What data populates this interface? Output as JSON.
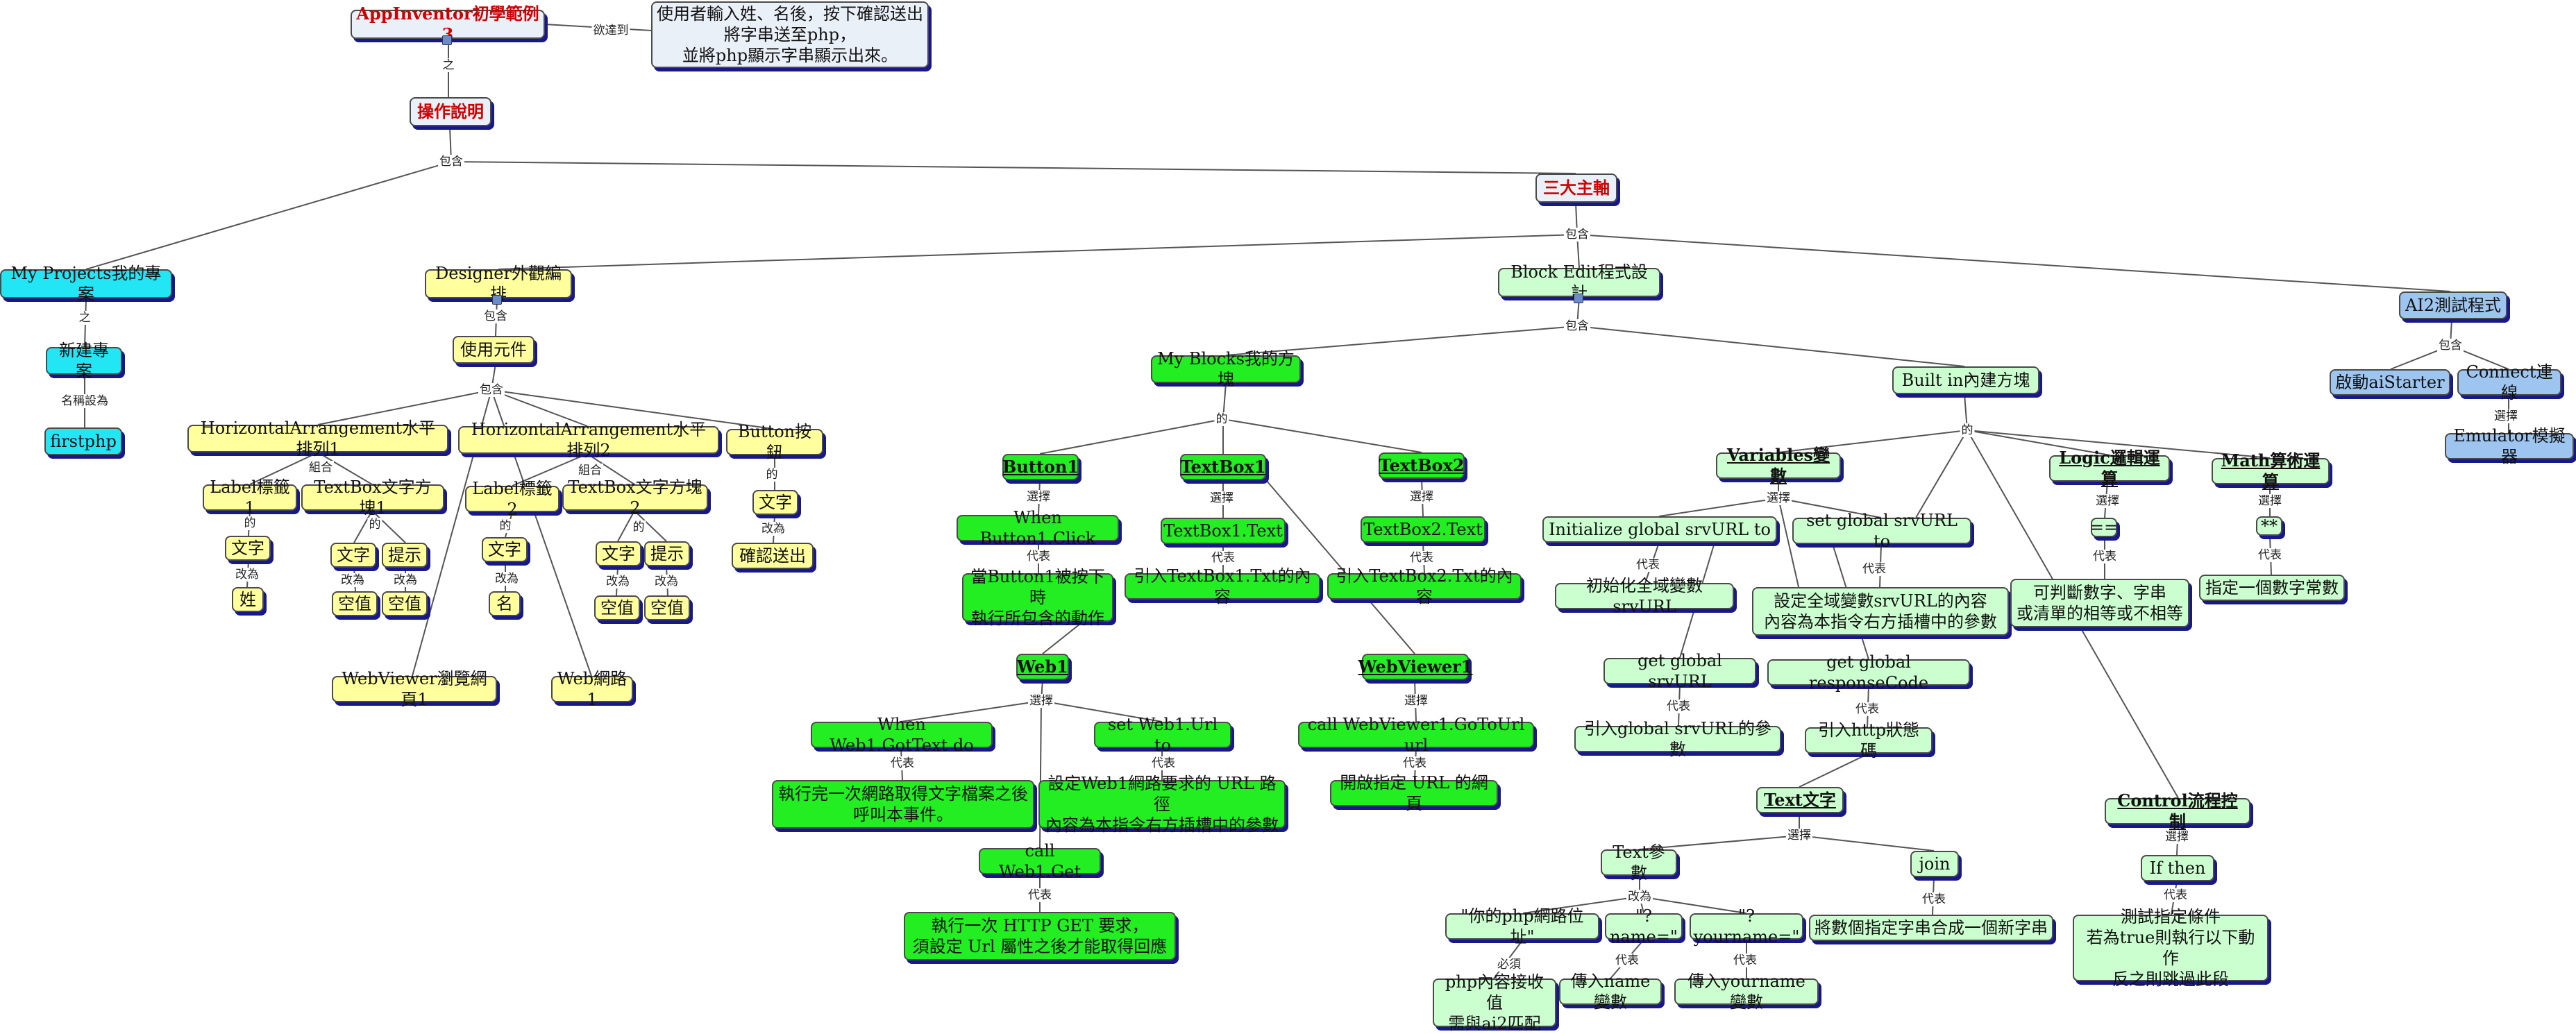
{
  "nodes": {
    "n1": "AppInventor初學範例3",
    "n2": "使用者輸入姓、名後，按下確認送出\n將字串送至php，\n並將php顯示字串顯示出來。",
    "n3": "操作說明",
    "n4": "三大主軸",
    "n5": "My Projects我的專案",
    "n6": "新建專案",
    "n7": "firstphp",
    "n8": "Designer外觀編排",
    "n9": "使用元件",
    "n10": "HorizontalArrangement水平排列1",
    "n11": "HorizontalArrangement水平排列2",
    "n12": "Button按鈕",
    "n13": "Label標籤1",
    "n14": "TextBox文字方塊1",
    "n15": "Label標籤2",
    "n16": "TextBox文字方塊2",
    "n17": "文字",
    "n18": "姓",
    "n19": "文字",
    "n20": "提示",
    "n21": "空值",
    "n22": "空值",
    "n23": "文字",
    "n24": "名",
    "n25": "文字",
    "n26": "提示",
    "n27": "空值",
    "n28": "空值",
    "n29": "文字",
    "n30": "確認送出",
    "n31": "WebViewer瀏覽網頁1",
    "n32": "Web網路1",
    "n33": "Block Edit程式設計",
    "n34": "My Blocks我的方塊",
    "n35": "Built in內建方塊",
    "n36": "Button1",
    "n37": "TextBox1",
    "n38": "TextBox2",
    "n39": "When Button1.Click",
    "n40": "TextBox1.Text",
    "n41": "TextBox2.Text",
    "n42": "當Button1被按下時\n執行所包含的動作",
    "n43": "引入TextBox1.Txt的內容",
    "n44": "引入TextBox2.Txt的內容",
    "n45": "Web1",
    "n46": "WebViewer1",
    "n47": "When Web1.GotText do",
    "n48": "set Web1.Url to",
    "n49": "call WebViewer1.GoToUrl url",
    "n50": "執行完一次網路取得文字檔案之後\n呼叫本事件。",
    "n51": "設定Web1網路要求的 URL 路徑\n內容為本指令右方插槽中的參數",
    "n52": "開啟指定 URL 的網頁",
    "n53": "call Web1.Get",
    "n54": "執行一次 HTTP GET 要求，\n須設定 Url 屬性之後才能取得回應",
    "n55": "Variables變數",
    "n56": "Logic邏輯運算",
    "n57": "Math算術運算",
    "n58": "Initialize global srvURL to",
    "n59": "set global srvURL to",
    "n60": "==",
    "n61": "**",
    "n62": "初始化全域變數srvURL",
    "n63": "設定全域變數srvURL的內容\n內容為本指令右方插槽中的參數",
    "n64": "可判斷數字、字串\n或清單的相等或不相等",
    "n65": "指定一個數字常數",
    "n66": "get global srvURL",
    "n67": "get global responseCode",
    "n68": "引入global srvURL的參數",
    "n69": "引入http狀態碼",
    "n70": "Text文字",
    "n71": "Control流程控制",
    "n72": "Text參數",
    "n73": "join",
    "n74": "If then",
    "n75": "\"你的php網路位址\"",
    "n76": "\"?name=\"",
    "n77": "\"?yourname=\"",
    "n78": "將數個指定字串合成一個新字串",
    "n79": "測試指定條件\n若為true則執行以下動作\n反之則跳過此段",
    "n80": "php內容接收值\n需與ai2匹配",
    "n81": "傳入name變數",
    "n82": "傳入yourname變數",
    "n83": "AI2測試程式",
    "n84": "啟動aiStarter",
    "n85": "Connect連線",
    "n86": "Emulator模擬器"
  },
  "links": {
    "l1": "欲達到",
    "l2": "之",
    "l3": "包含",
    "l4": "之",
    "l5": "名稱設為",
    "l6": "包含",
    "l7": "包含",
    "l8": "組合",
    "l9": "組合",
    "l10": "的",
    "l11": "的",
    "l12": "的",
    "l13": "的",
    "l14": "的",
    "l15": "改為",
    "l16": "改為",
    "l17": "改為",
    "l18": "改為",
    "l19": "改為",
    "l20": "改為",
    "l21": "改為",
    "l22": "改為",
    "l23": "包含",
    "l24": "的",
    "l25": "選擇",
    "l26": "選擇",
    "l27": "選擇",
    "l28": "代表",
    "l29": "代表",
    "l30": "代表",
    "l31": "選擇",
    "l32": "代表",
    "l33": "代表",
    "l34": "選擇",
    "l35": "代表",
    "l36": "代表",
    "l37": "的",
    "l38": "選擇",
    "l39": "選擇",
    "l40": "選擇",
    "l41": "代表",
    "l42": "代表",
    "l43": "代表",
    "l44": "代表",
    "l45": "代表",
    "l46": "代表",
    "l47": "選擇",
    "l48": "改為",
    "l49": "代表",
    "l50": "選擇",
    "l51": "代表",
    "l52": "必須",
    "l53": "代表",
    "l54": "代表",
    "l55": "包含",
    "l56": "選擇"
  },
  "colors": {
    "title_red": "#d00000",
    "note_bg": "#eaf0f8",
    "cyan": "#22e6f4",
    "yellow": "#ffff9e",
    "green": "#22ee22",
    "pale_green": "#ccffd0",
    "blue": "#9ec5f0",
    "shadow": "#18188a",
    "line": "#555555"
  },
  "icons": [
    "link-icon"
  ]
}
